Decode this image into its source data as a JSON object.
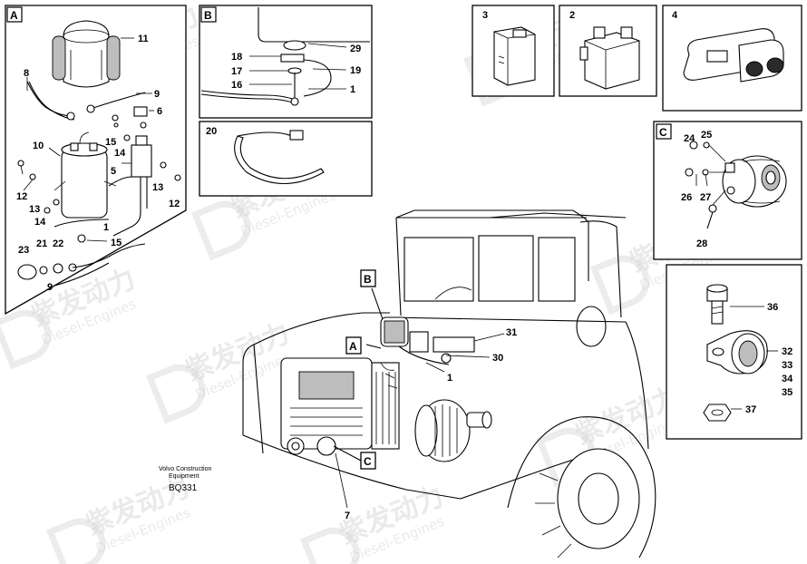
{
  "panels": {
    "A": {
      "letter": "A",
      "labels": [
        "11",
        "8",
        "9",
        "6",
        "10",
        "15",
        "14",
        "5",
        "13",
        "12",
        "12",
        "13",
        "14",
        "1",
        "15",
        "23",
        "21",
        "22",
        "9"
      ]
    },
    "B": {
      "letter": "B",
      "labels": [
        "29",
        "18",
        "17",
        "19",
        "16",
        "1"
      ]
    },
    "20": {
      "labels": [
        "20"
      ]
    },
    "3": {
      "labels": [
        "3"
      ]
    },
    "2": {
      "labels": [
        "2"
      ]
    },
    "4": {
      "labels": [
        "4"
      ]
    },
    "C": {
      "letter": "C",
      "labels": [
        "24",
        "25",
        "26",
        "27",
        "28"
      ]
    },
    "bolt": {
      "labels": [
        "36",
        "32",
        "33",
        "34",
        "35",
        "37"
      ]
    }
  },
  "main": {
    "callouts": {
      "B": "B",
      "A": "A",
      "C": "C"
    },
    "labels": {
      "n31": "31",
      "n30": "30",
      "n1": "1",
      "n7": "7"
    }
  },
  "caption": {
    "line1": "Volvo Construction",
    "line2": "Equipment",
    "code": "BQ331"
  },
  "watermark": {
    "cn": "紫发动力",
    "en": "Diesel-Engines"
  }
}
